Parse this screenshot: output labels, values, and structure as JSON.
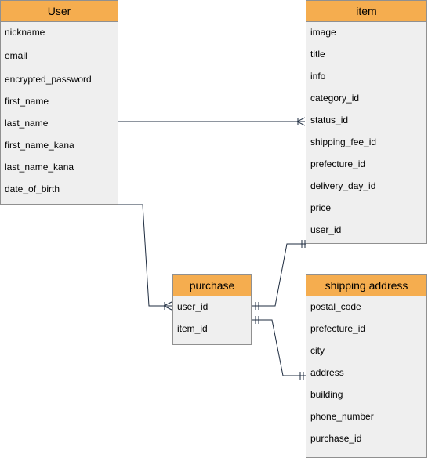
{
  "entities": {
    "user": {
      "title": "User",
      "fields": [
        "nickname",
        "email",
        "encrypted_password",
        "first_name",
        "last_name",
        "first_name_kana",
        "last_name_kana",
        "date_of_birth"
      ]
    },
    "item": {
      "title": "item",
      "fields": [
        "image",
        "title",
        "info",
        "category_id",
        "status_id",
        "shipping_fee_id",
        "prefecture_id",
        "delivery_day_id",
        "price",
        "user_id"
      ]
    },
    "purchase": {
      "title": "purchase",
      "fields": [
        "user_id",
        "item_id"
      ]
    },
    "shipping_address": {
      "title": "shipping address",
      "fields": [
        "postal_code",
        "prefecture_id",
        "city",
        "address",
        "building",
        "phone_number",
        "purchase_id"
      ]
    }
  },
  "colors": {
    "header": "#f5ad4f",
    "body": "#efefef",
    "border": "#909090",
    "line": "#1d2b3f"
  },
  "relationships": [
    {
      "from": "User",
      "to": "item",
      "from_end": "one",
      "to_end": "many"
    },
    {
      "from": "User",
      "to": "purchase",
      "from_end": "one",
      "to_end": "many"
    },
    {
      "from": "item",
      "to": "purchase",
      "from_end": "one-and-only-one",
      "to_end": "one-and-only-one"
    },
    {
      "from": "purchase",
      "to": "shipping address",
      "from_end": "one-and-only-one",
      "to_end": "one-and-only-one"
    }
  ]
}
